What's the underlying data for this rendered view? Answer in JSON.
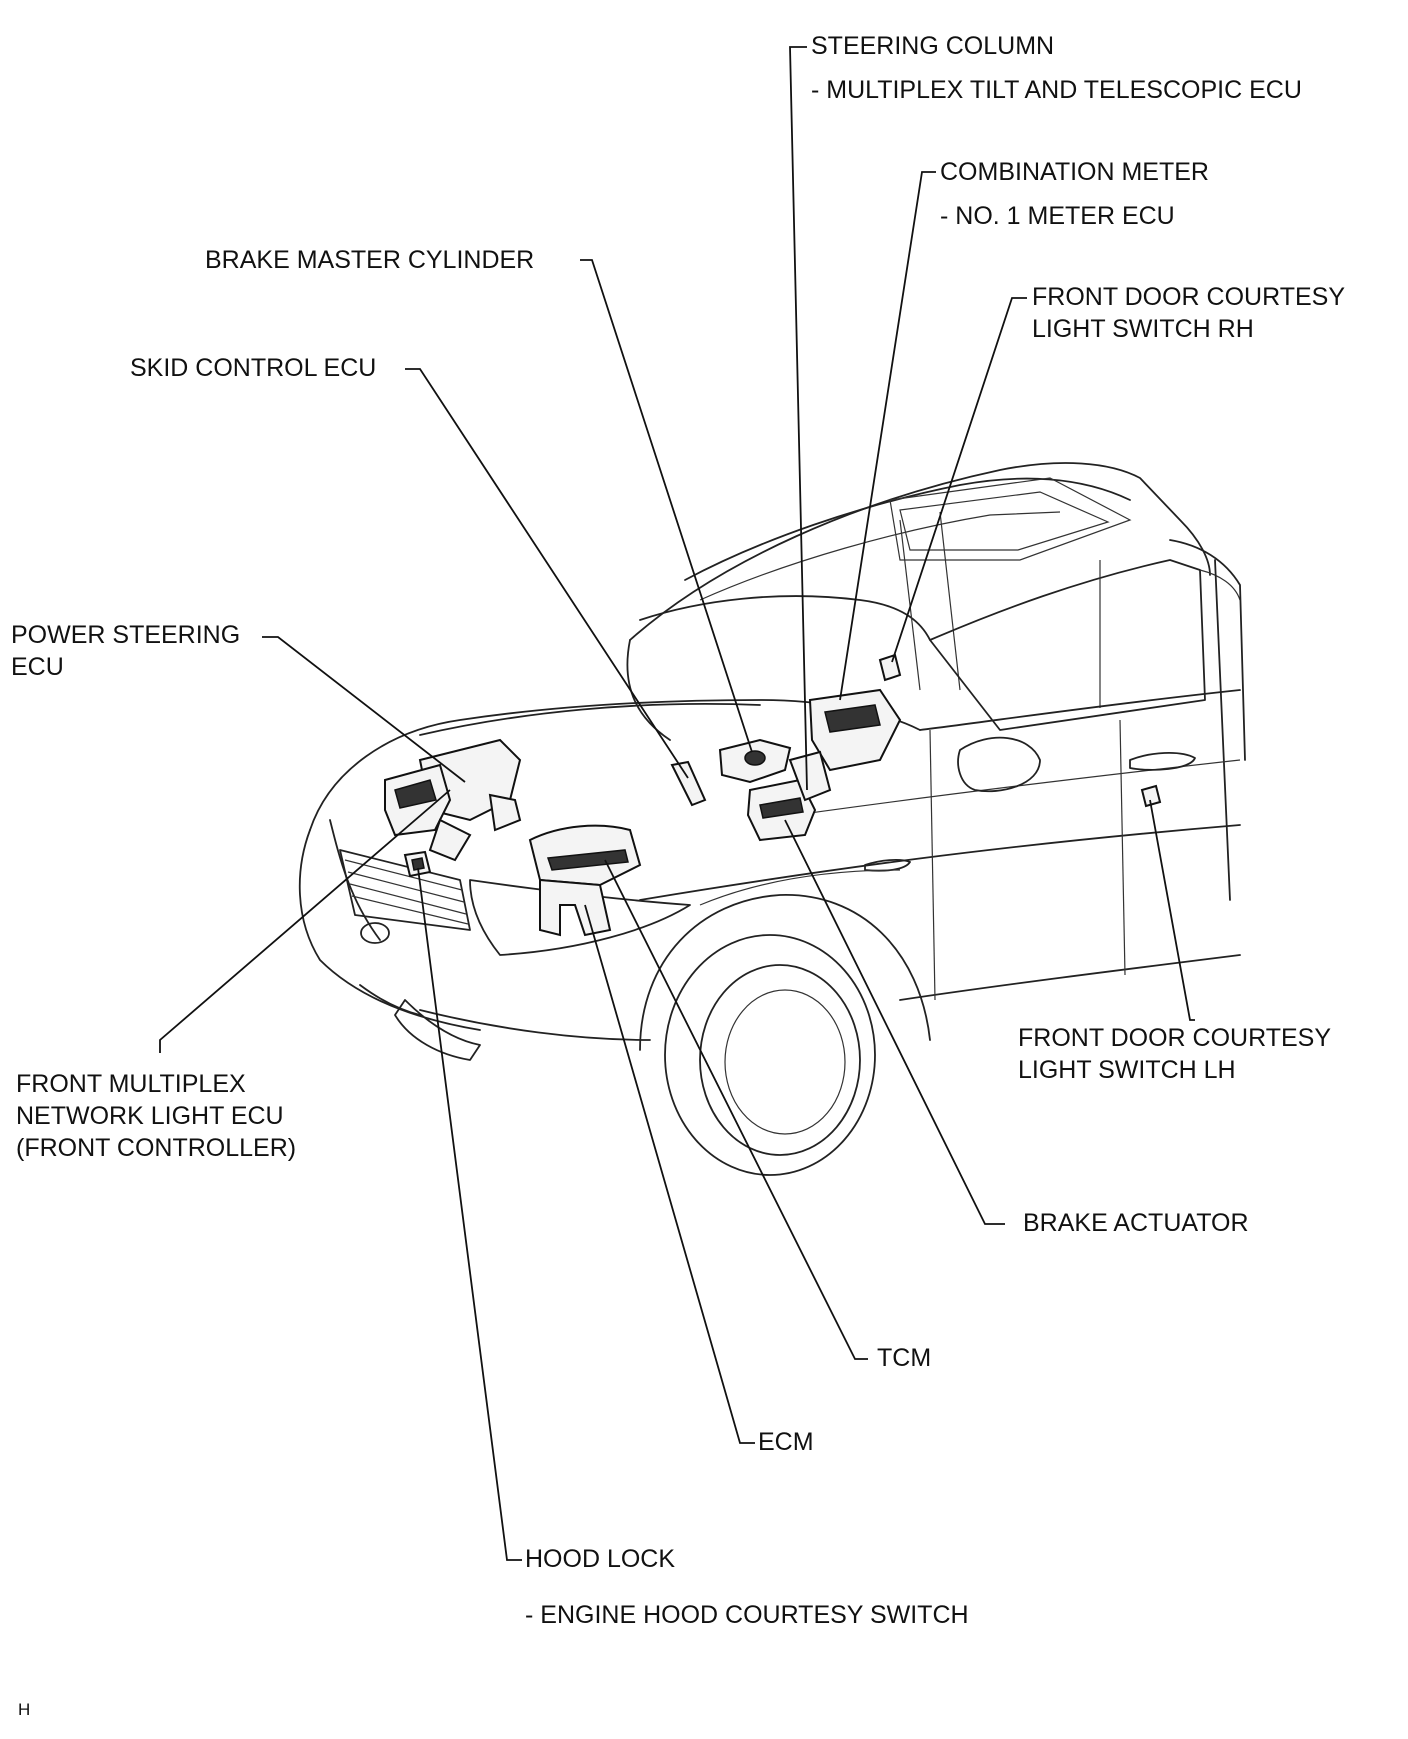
{
  "labels": {
    "steering_column": "STEERING COLUMN",
    "steering_column_sub": "- MULTIPLEX TILT AND TELESCOPIC ECU",
    "combination_meter": "COMBINATION METER",
    "combination_meter_sub": "- NO. 1 METER ECU",
    "brake_master_cylinder": "BRAKE MASTER CYLINDER",
    "front_door_rh_line1": "FRONT DOOR COURTESY",
    "front_door_rh_line2": "LIGHT SWITCH RH",
    "skid_control_ecu": "SKID CONTROL ECU",
    "power_steering_line1": "POWER STEERING",
    "power_steering_line2": "ECU",
    "front_door_lh_line1": "FRONT DOOR COURTESY",
    "front_door_lh_line2": "LIGHT SWITCH LH",
    "front_multiplex_line1": "FRONT MULTIPLEX",
    "front_multiplex_line2": "NETWORK LIGHT ECU",
    "front_multiplex_line3": "(FRONT CONTROLLER)",
    "brake_actuator": "BRAKE ACTUATOR",
    "tcm": "TCM",
    "ecm": "ECM",
    "hood_lock": "HOOD LOCK",
    "hood_lock_sub": "- ENGINE HOOD COURTESY SWITCH"
  },
  "footer": {
    "mark": "H"
  }
}
